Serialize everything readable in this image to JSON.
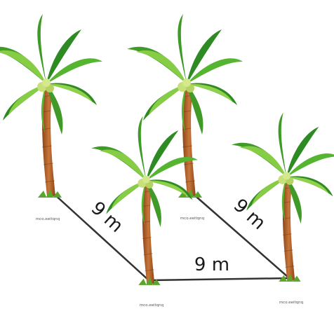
{
  "diagram": {
    "distance_labels": [
      "9 m",
      "9 m",
      "9 m"
    ],
    "watermarks": [
      "mco.eeitqnq",
      "mco.eeitqnq",
      "mco.eeitqnq",
      "mco.eeitqnq"
    ],
    "tree_count": 4,
    "colors": {
      "background": "#ffffff",
      "line": "#333333",
      "trunk": "#b8642a",
      "trunk_dark": "#8a4518",
      "leaf_light": "#8fd14a",
      "leaf_mid": "#55b530",
      "leaf_dark": "#2e8a22",
      "coconut": "#c8e07a",
      "grass": "#5aa52a"
    },
    "icons": [
      "palm-tree-icon"
    ]
  }
}
